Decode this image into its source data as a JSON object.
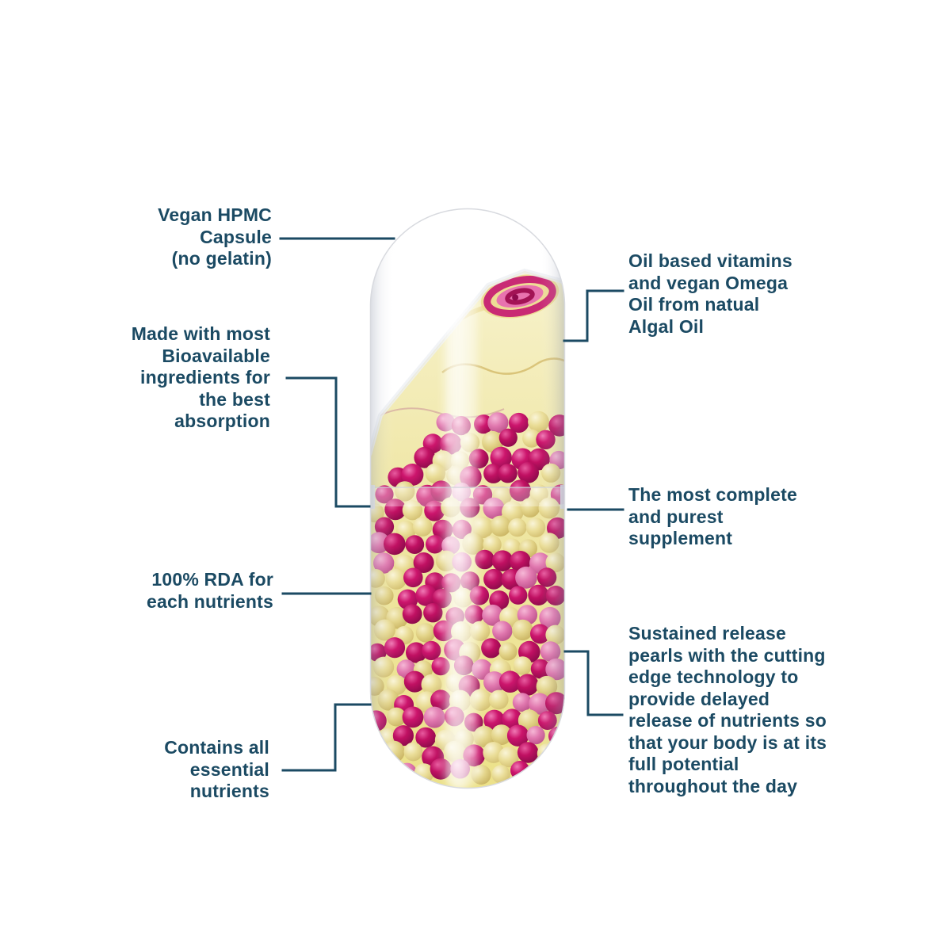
{
  "infographic": {
    "subject": "vegan-supplement-capsule",
    "labels_left": [
      {
        "id": "vegan-hpmc-capsule",
        "text": "Vegan HPMC\nCapsule\n(no gelatin)"
      },
      {
        "id": "bioavailable-ingredients",
        "text": "Made with most\nBioavailable\ningredients for\nthe best\nabsorption"
      },
      {
        "id": "rda-nutrients",
        "text": "100% RDA for\neach nutrients"
      },
      {
        "id": "essential-nutrients",
        "text": "Contains all\nessential\nnutrients"
      }
    ],
    "labels_right": [
      {
        "id": "oil-based-vitamins",
        "text": "Oil based vitamins\nand vegan Omega\nOil from natual\nAlgal Oil"
      },
      {
        "id": "complete-supplement",
        "text": "The most complete\nand purest\nsupplement"
      },
      {
        "id": "sustained-release",
        "text": "Sustained release\npearls with the cutting\nedge technology to\nprovide delayed\nrelease of nutrients so\nthat your body is at its\nfull potential\nthroughout the day"
      }
    ],
    "colors": {
      "background": "#ffffff",
      "label_text": "#1b4a63",
      "connector_line": "#1b4a63",
      "capsule_shell": "#ffffff",
      "oil_yellow": "#efe6a4",
      "pearl_magenta": "#cc156c",
      "pearl_cream": "#eadd97",
      "swirl_pink": "#e873af"
    }
  }
}
